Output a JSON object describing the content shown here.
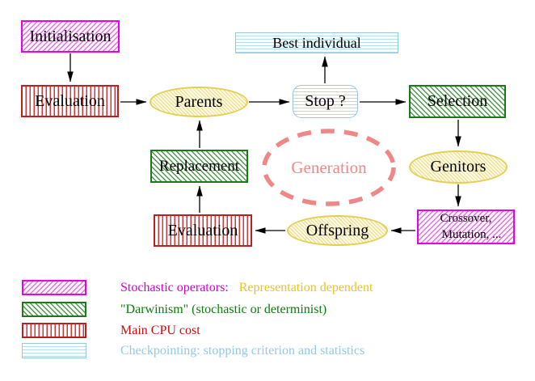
{
  "diagram": {
    "title_hint": "Evolutionary algorithm generation loop",
    "nodes": {
      "initialisation": "Initialisation",
      "evaluation_top": "Evaluation",
      "parents": "Parents",
      "best_individual": "Best individual",
      "stop": "Stop ?",
      "selection": "Selection",
      "genitors": "Genitors",
      "crossover_line1": "Crossover,",
      "crossover_line2": "Mutation, ...",
      "offspring": "Offspring",
      "evaluation_bottom": "Evaluation",
      "replacement": "Replacement",
      "generation": "Generation"
    },
    "legend": {
      "rows": [
        {
          "swatch": "magenta-diagonal-hatch",
          "text": "Stochastic operators:",
          "text2": "Representation dependent"
        },
        {
          "swatch": "green-diagonal-hatch",
          "text": "\"Darwinism\" (stochastic or determinist)",
          "text2": ""
        },
        {
          "swatch": "red-vertical-lines",
          "text": "Main CPU cost",
          "text2": ""
        },
        {
          "swatch": "cyan-horizontal-lines",
          "text": "Checkpointing: stopping criterion and statistics",
          "text2": ""
        }
      ]
    },
    "colors": {
      "magenta": "#e500e5",
      "green": "#1c781c",
      "red": "#bb2020",
      "cyan": "#9ac6de",
      "yellow_ellipse": "#e3cf55",
      "coral_generation": "#ee8888",
      "legend_gold_text": "#e9c51a",
      "arrow": "#000000"
    }
  }
}
